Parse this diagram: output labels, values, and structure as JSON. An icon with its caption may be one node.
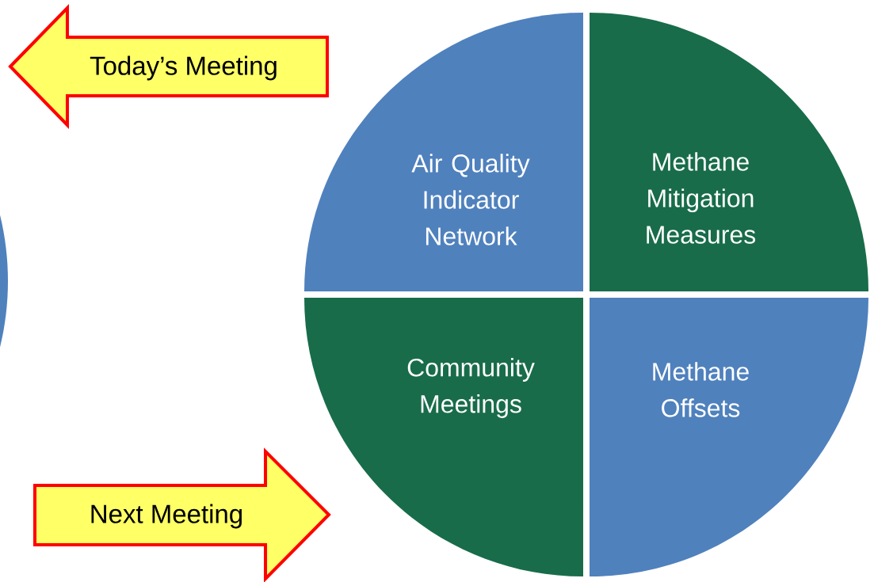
{
  "diagram": {
    "nodes": [
      {
        "text": [
          "Air Quality Indicator Network"
        ]
      },
      {
        "text": [
          "Methane Mitigation Measures"
        ]
      },
      {
        "text": [
          "Community Meetings"
        ]
      },
      {
        "text": [
          "Methane Offsets"
        ]
      },
      {
        "text": [
          "Today’s Meeting"
        ]
      },
      {
        "text": [
          "Next Meeting"
        ]
      }
    ]
  }
}
